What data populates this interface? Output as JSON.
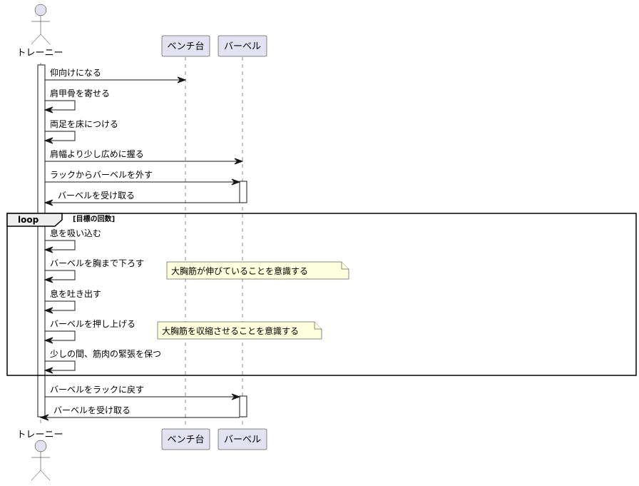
{
  "diagram": {
    "participants": {
      "trainee": "トレーニー",
      "bench": "ベンチ台",
      "barbell": "バーベル"
    },
    "messages": [
      "仰向けになる",
      "肩甲骨を寄せる",
      "両足を床につける",
      "肩幅より少し広めに握る",
      "ラックからバーベルを外す",
      "バーベルを受け取る",
      "息を吸い込む",
      "バーベルを胸まで下ろす",
      "息を吐き出す",
      "バーベルを押し上げる",
      "少しの間、筋肉の緊張を保つ",
      "バーベルをラックに戻す",
      "バーベルを受け取る"
    ],
    "loop": {
      "keyword": "loop",
      "guard": "[目標の回数]"
    },
    "notes": [
      "大胸筋が伸びていることを意識する",
      "大胸筋を収縮させることを意識する"
    ]
  }
}
